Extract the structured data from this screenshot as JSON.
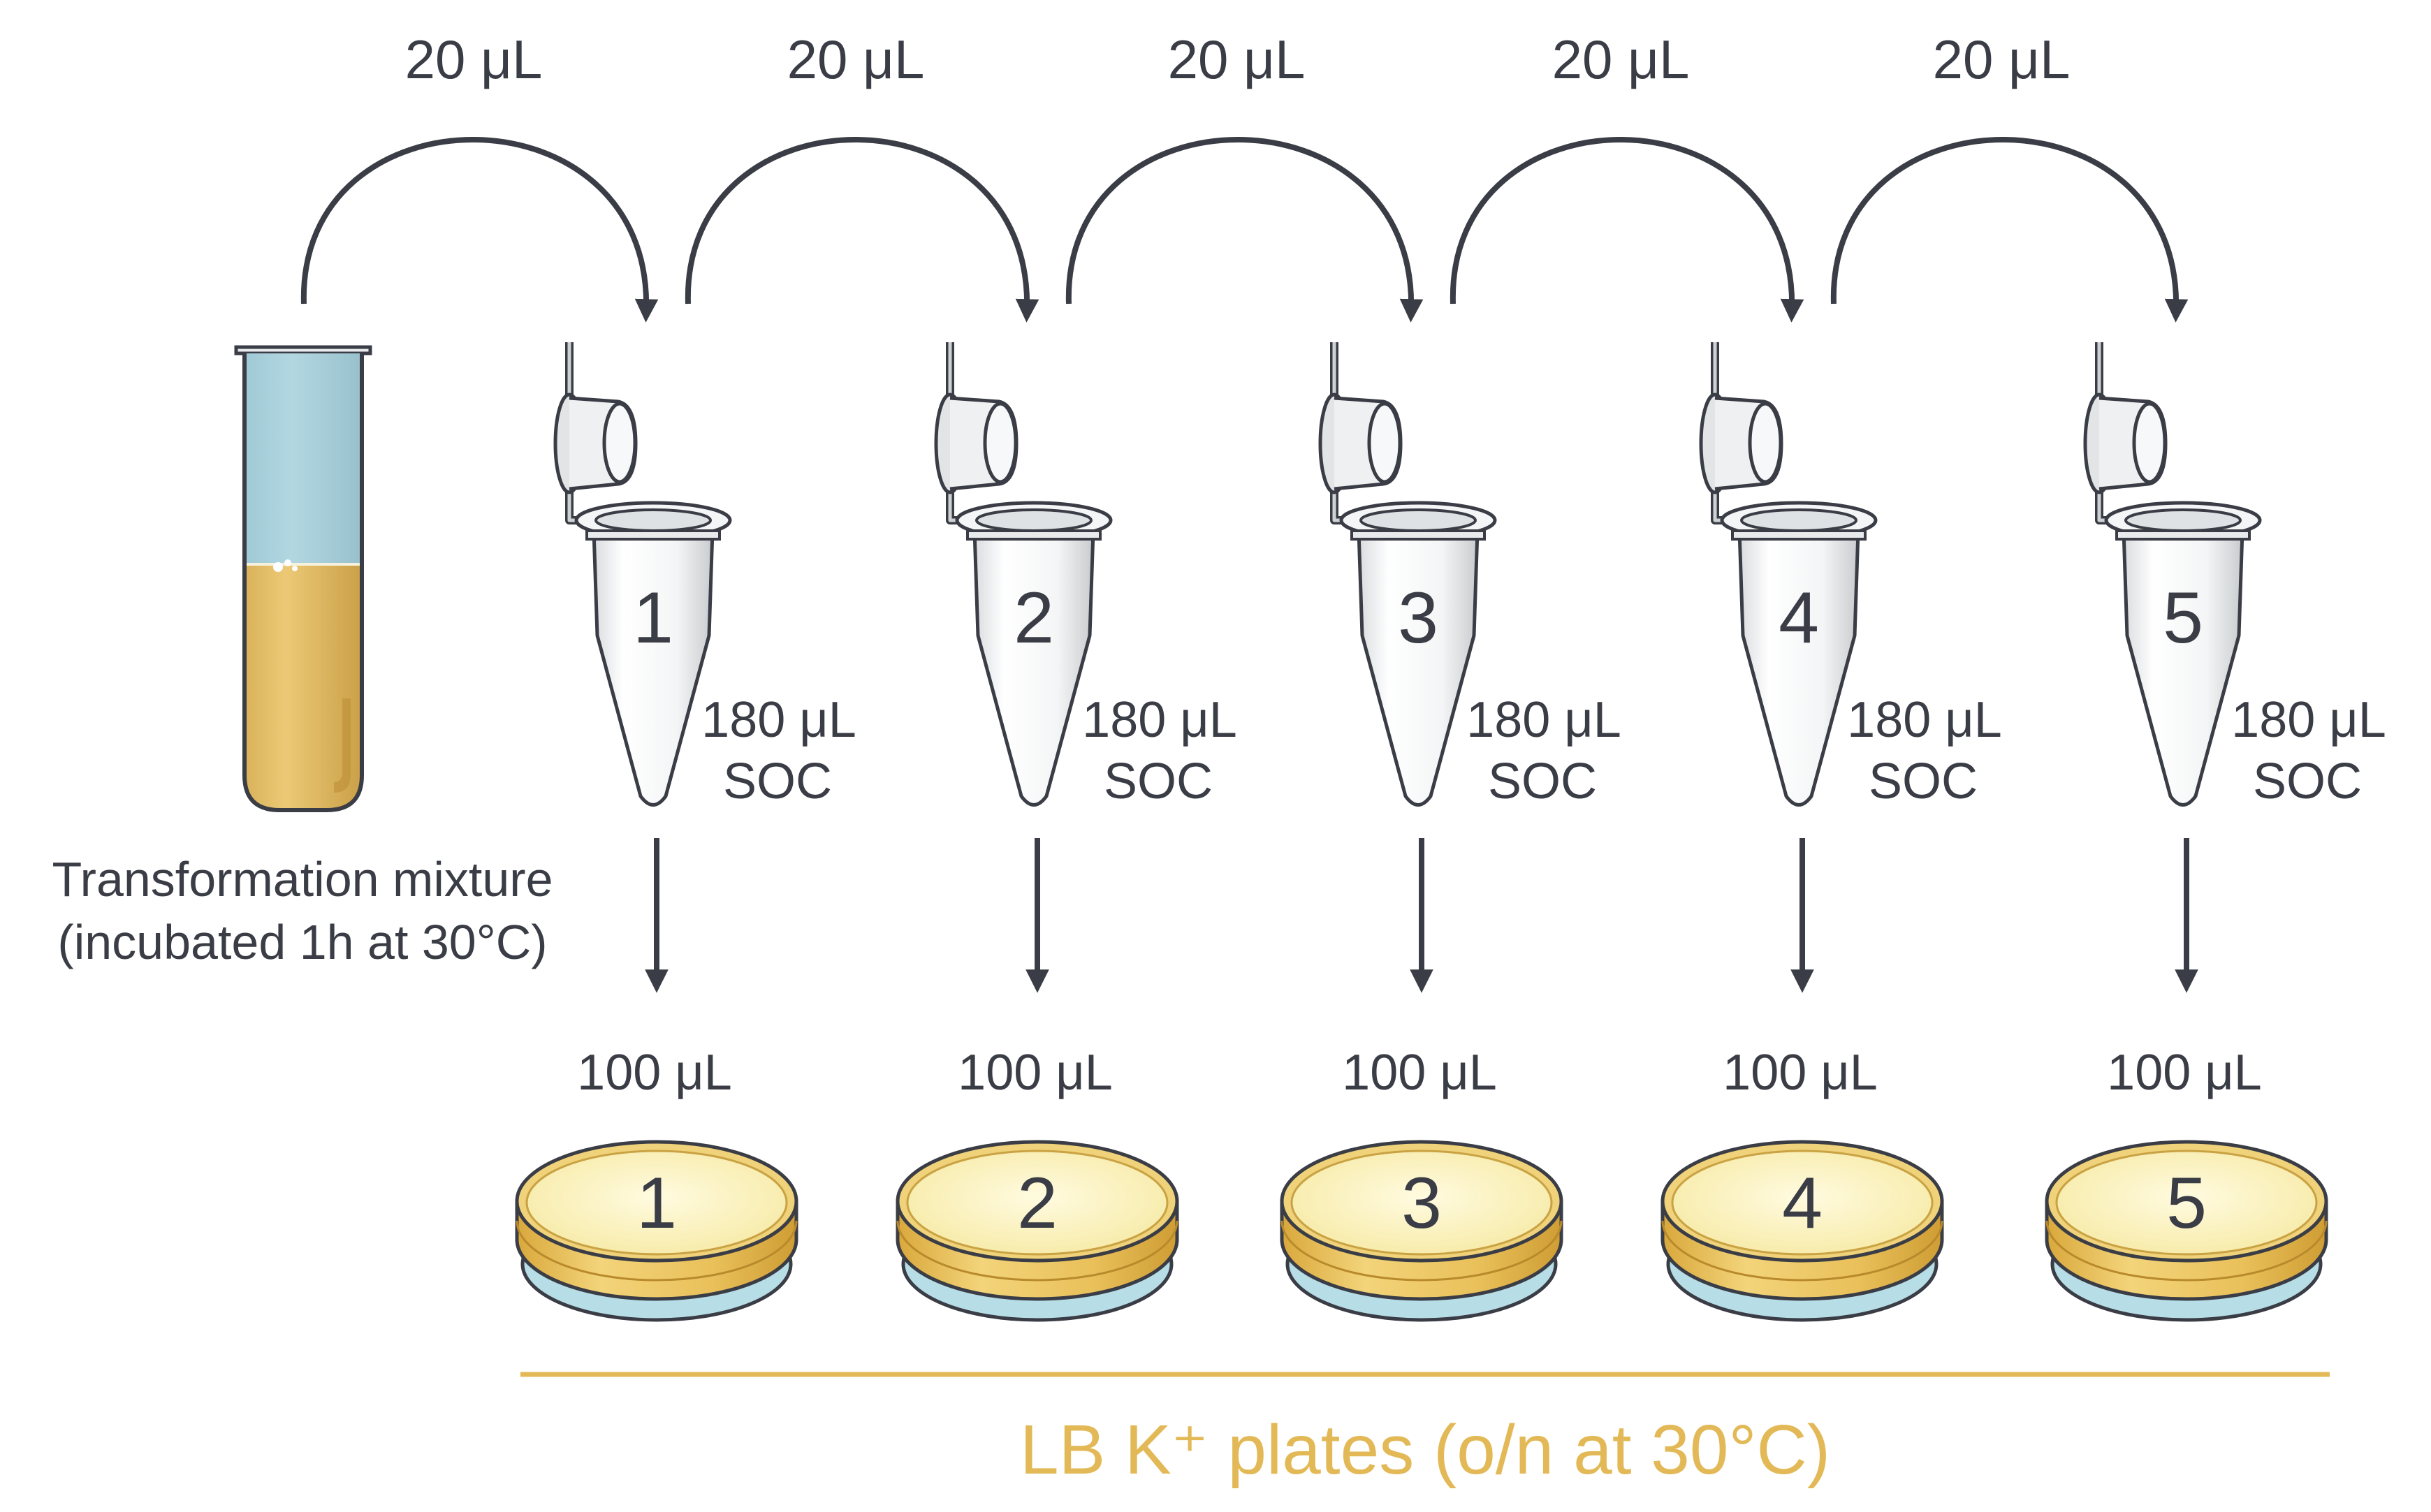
{
  "transfer_volume": "20 μL",
  "transfer_count": 5,
  "transformation_mixture": {
    "line1": "Transformation mixture",
    "line2": "(incubated 1h at 30°C)"
  },
  "tubes": [
    {
      "number": "1",
      "diluent_volume": "180 μL",
      "diluent": "SOC",
      "plated_volume": "100 μL"
    },
    {
      "number": "2",
      "diluent_volume": "180 μL",
      "diluent": "SOC",
      "plated_volume": "100 μL"
    },
    {
      "number": "3",
      "diluent_volume": "180 μL",
      "diluent": "SOC",
      "plated_volume": "100 μL"
    },
    {
      "number": "4",
      "diluent_volume": "180 μL",
      "diluent": "SOC",
      "plated_volume": "100 μL"
    },
    {
      "number": "5",
      "diluent_volume": "180 μL",
      "diluent": "SOC",
      "plated_volume": "100 μL"
    }
  ],
  "plates": [
    {
      "number": "1"
    },
    {
      "number": "2"
    },
    {
      "number": "3"
    },
    {
      "number": "4"
    },
    {
      "number": "5"
    }
  ],
  "plates_label": "LB K⁺ plates (o/n at 30°C)",
  "colors": {
    "ink": "#3a3d45",
    "culture": "#e9c774",
    "medium_top": "#a9d2dd",
    "agar": "#fbf1b8",
    "plate_rim": "#e5b94e",
    "plate_base": "#b7dde6",
    "footer": "#e2b956"
  }
}
